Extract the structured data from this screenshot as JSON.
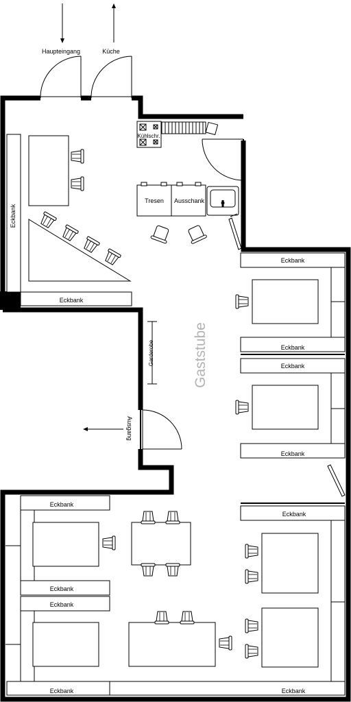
{
  "labels": {
    "main_entrance": "Haupteingang",
    "kitchen": "Küche",
    "fridge": "Kühlschr.",
    "counter": "Tresen",
    "bar": "Ausschank",
    "bench": "Eckbank",
    "wardrobe": "Garderobe",
    "exit": "Ausgang",
    "dining_room": "Gaststube"
  },
  "colors": {
    "wall": "#000000",
    "line": "#000000",
    "fill": "#ffffff",
    "room_label": "#b3b3b3"
  }
}
